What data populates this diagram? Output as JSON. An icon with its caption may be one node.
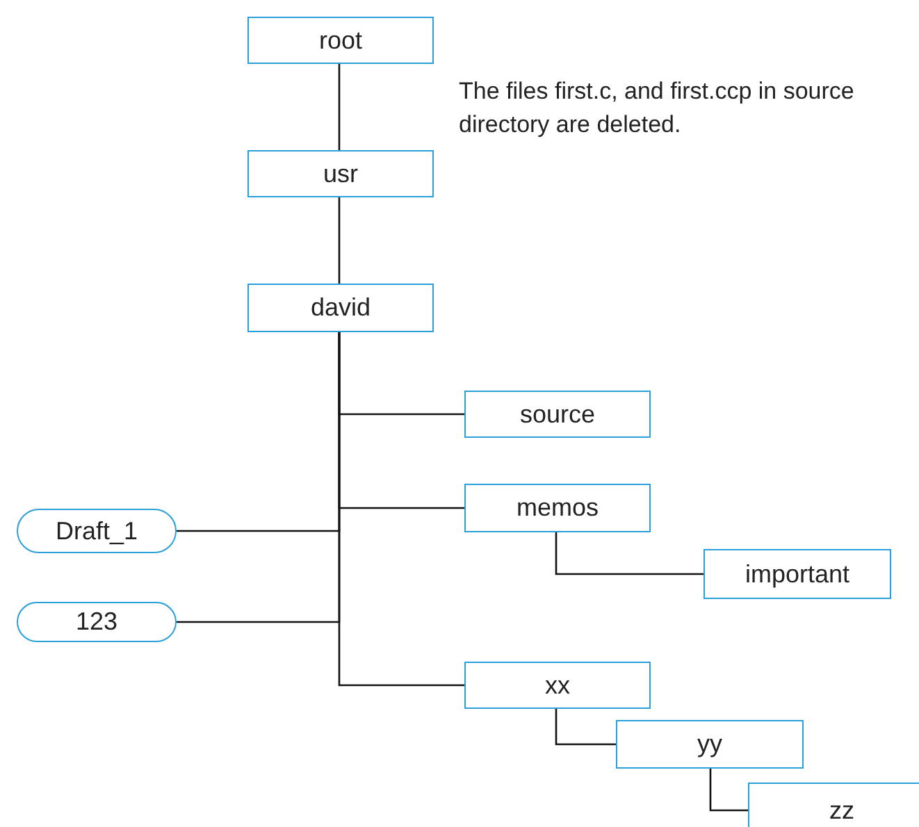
{
  "diagram": {
    "nodes": [
      {
        "text": [
          "root"
        ]
      },
      {
        "text": [
          "usr"
        ]
      },
      {
        "text": [
          "david"
        ]
      },
      {
        "text": [
          "source"
        ]
      },
      {
        "text": [
          "memos"
        ]
      },
      {
        "text": [
          "important"
        ]
      },
      {
        "text": [
          "Draft_1"
        ]
      },
      {
        "text": [
          "123"
        ]
      },
      {
        "text": [
          "xx"
        ]
      },
      {
        "text": [
          "yy"
        ]
      },
      {
        "text": [
          "zz"
        ]
      }
    ],
    "edges": [
      {
        "from": 0,
        "to": 1,
        "arrow": "none"
      },
      {
        "from": 1,
        "to": 2,
        "arrow": "none"
      },
      {
        "from": 2,
        "to": 3,
        "arrow": "none"
      },
      {
        "from": 2,
        "to": 4,
        "arrow": "none"
      },
      {
        "from": 4,
        "to": 5,
        "arrow": "none"
      },
      {
        "from": 6,
        "to": 2,
        "arrow": "none"
      },
      {
        "from": 7,
        "to": 2,
        "arrow": "none"
      },
      {
        "from": 2,
        "to": 8,
        "arrow": "none"
      },
      {
        "from": 8,
        "to": 9,
        "arrow": "none"
      },
      {
        "from": 9,
        "to": 10,
        "arrow": "none"
      }
    ],
    "labels": [
      "The files first.c, and first.ccp in source directory are deleted."
    ]
  }
}
